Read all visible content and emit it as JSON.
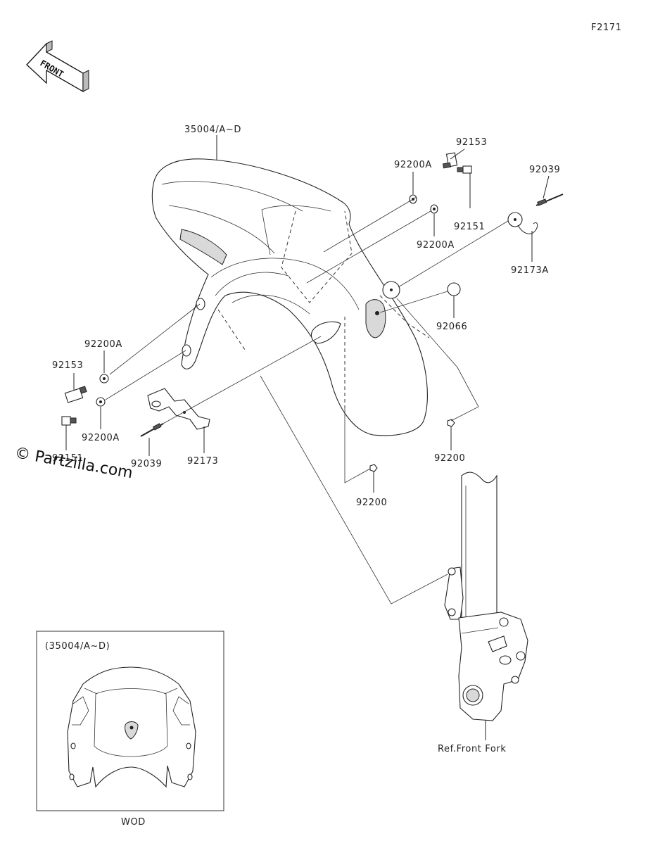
{
  "figure_code": "F2171",
  "front_arrow_label": "FRONT",
  "watermark": "© Partzilla.com",
  "callouts": {
    "fender": "35004/A~D",
    "spacer_right": "92153",
    "washer_right_top": "92200A",
    "washer_right_bottom": "92200A",
    "bolt_right": "92151",
    "clip_right": "92039",
    "hose_guide": "92173A",
    "cap": "92066",
    "washer_left_top": "92200A",
    "spacer_left": "92153",
    "washer_left_bottom": "92200A",
    "bolt_left": "92151",
    "clip_left": "92039",
    "bracket": "92173",
    "nut_center": "92200",
    "nut_right": "92200",
    "ref_fork": "Ref.Front Fork"
  },
  "inset": {
    "title": "(35004/A~D)",
    "caption": "WOD"
  }
}
